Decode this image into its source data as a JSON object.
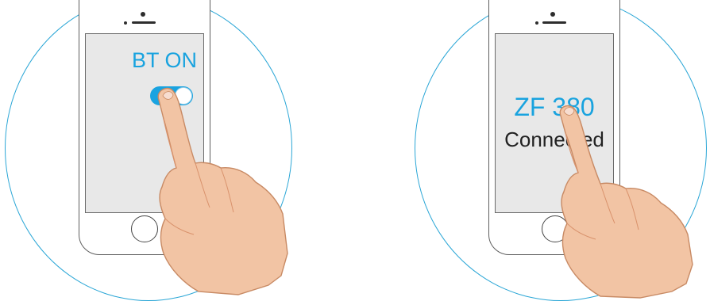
{
  "panels": [
    {
      "screen_text": "BT ON",
      "toggle": {
        "state": "on"
      }
    },
    {
      "device_name": "ZF 380",
      "status_text": "Connected"
    }
  ],
  "colors": {
    "circle": "#2aa6d6",
    "accent": "#19a3df",
    "screen": "#e8e8e8",
    "skin": "#f2c4a4",
    "skin_shade": "#d9926c"
  },
  "icons": [
    "home-button-icon",
    "camera-icon",
    "speaker-icon",
    "pointing-hand-icon",
    "toggle-switch-icon"
  ]
}
